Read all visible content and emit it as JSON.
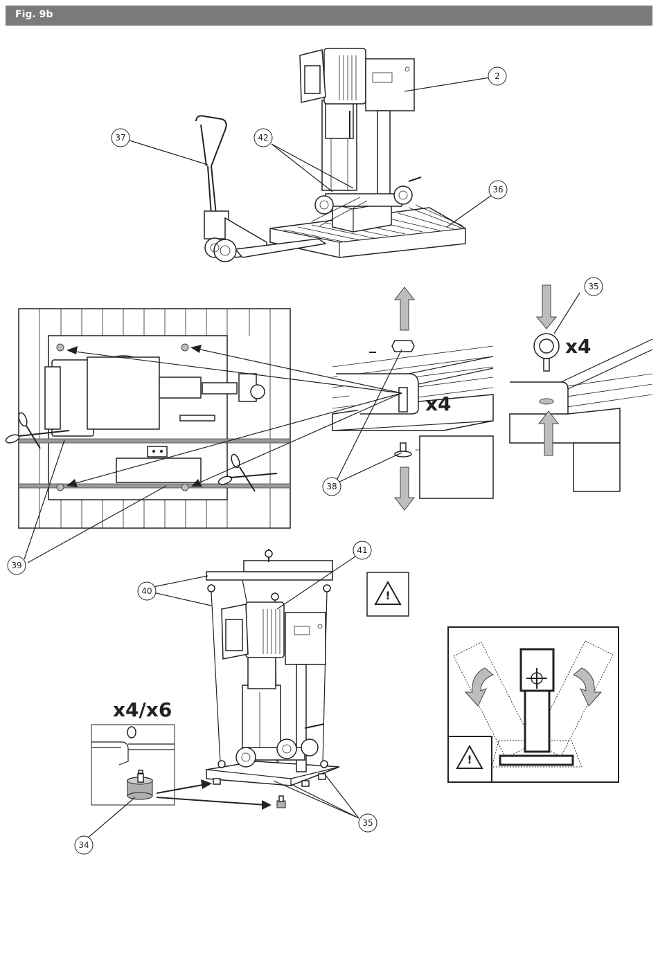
{
  "header": {
    "title": "Fig. 9b"
  },
  "callouts": {
    "c2": "2",
    "c37": "37",
    "c42": "42",
    "c36": "36",
    "c35a": "35",
    "c38": "38",
    "c39": "39",
    "c41": "41",
    "c40": "40",
    "c34": "34",
    "c35b": "35"
  },
  "multipliers": {
    "bolts": "x4",
    "eyebolts": "x4",
    "feet": "x4/x6"
  },
  "warning_symbol": "!"
}
